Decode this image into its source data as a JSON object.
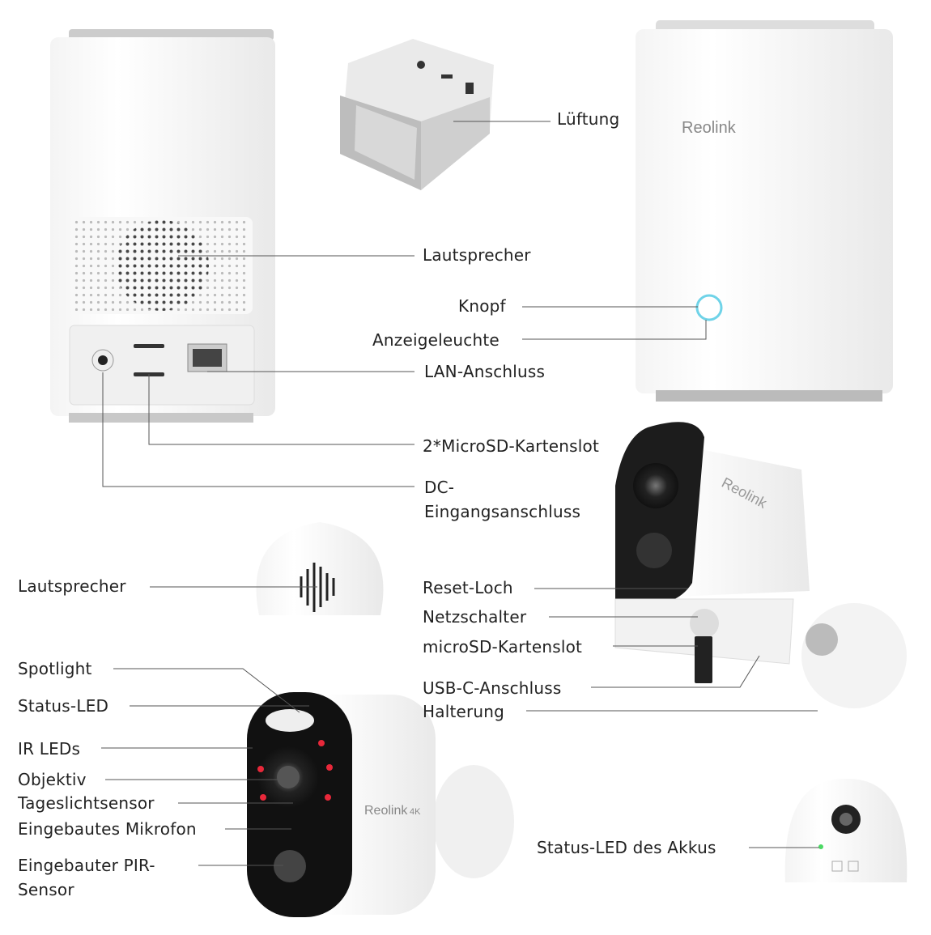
{
  "labels": {
    "lueftung": "Lüftung",
    "lautsprecher_hub": "Lautsprecher",
    "knopf": "Knopf",
    "anzeigeleuchte": "Anzeigeleuchte",
    "lan": "LAN-Anschluss",
    "microsd_hub": "2*MicroSD-Kartenslot",
    "dc_1": "DC-",
    "dc_2": "Eingangsanschluss",
    "lautsprecher_cam": "Lautsprecher",
    "reset": "Reset-Loch",
    "netzschalter": "Netzschalter",
    "microsd_cam": "microSD-Kartenslot",
    "usbc": "USB-C-Anschluss",
    "halterung": "Halterung",
    "spotlight": "Spotlight",
    "status_led": "Status-LED",
    "ir_leds": "IR LEDs",
    "objektiv": "Objektiv",
    "tageslicht": "Tageslichtsensor",
    "mikrofon": "Eingebautes Mikrofon",
    "pir_1": "Eingebauter PIR-",
    "pir_2": "Sensor",
    "akku_led": "Status-LED des Akkus"
  },
  "logos": {
    "brand": "Reolink",
    "badge": "4K"
  },
  "colors": {
    "text": "#222222",
    "line": "#555555",
    "device": "#ffffff",
    "ir": "#e8283a",
    "status_green": "#4cd964",
    "button_ring": "#6fd3e8"
  }
}
